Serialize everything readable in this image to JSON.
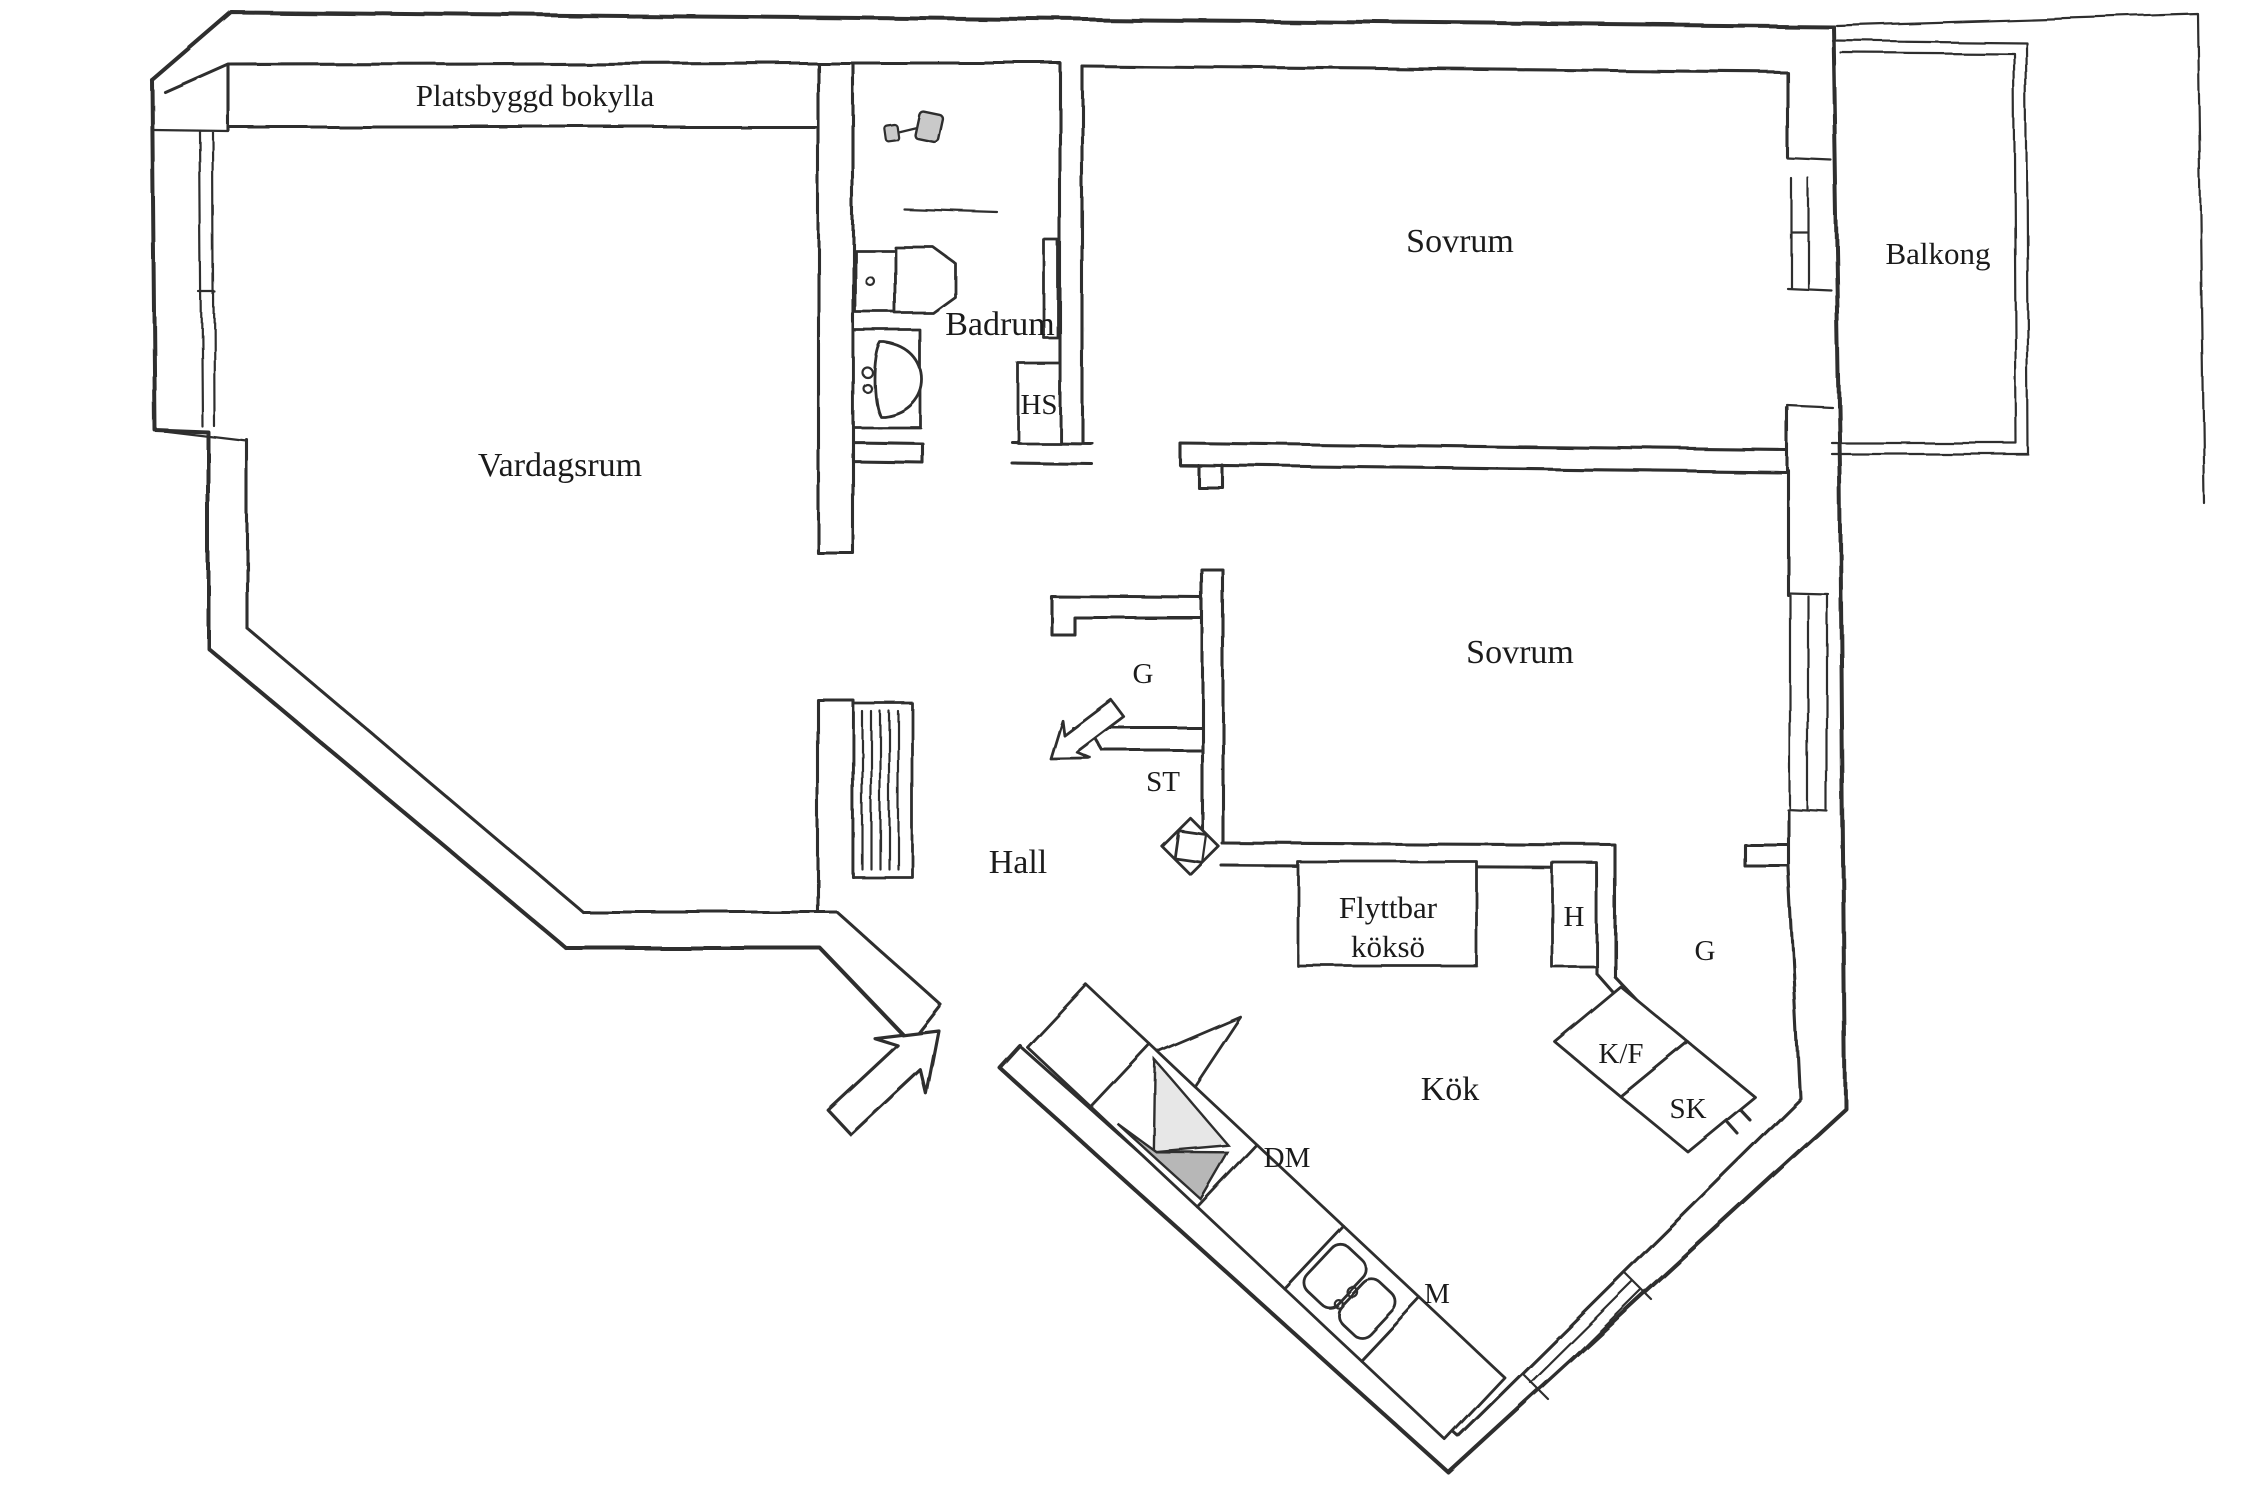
{
  "floor_plan": {
    "labels": {
      "bookshelf": "Platsbyggd bokylla",
      "living_room": "Vardagsrum",
      "bathroom": "Badrum",
      "hs": "HS",
      "bedroom_top": "Sovrum",
      "balcony": "Balkong",
      "bedroom_bottom": "Sovrum",
      "wardrobe_mid": "G",
      "st": "ST",
      "hall": "Hall",
      "island_line1": "Flyttbar",
      "island_line2": "köksö",
      "h": "H",
      "wardrobe_right": "G",
      "kf": "K/F",
      "sk": "SK",
      "kitchen": "Kök",
      "dm": "DM",
      "m": "M"
    },
    "colors": {
      "wall": "#2f2f2f",
      "stove_light": "#e7e7e7",
      "stove_dark": "#b7b7b7",
      "shower_gray": "#c9c9c9",
      "background": "#ffffff"
    }
  }
}
